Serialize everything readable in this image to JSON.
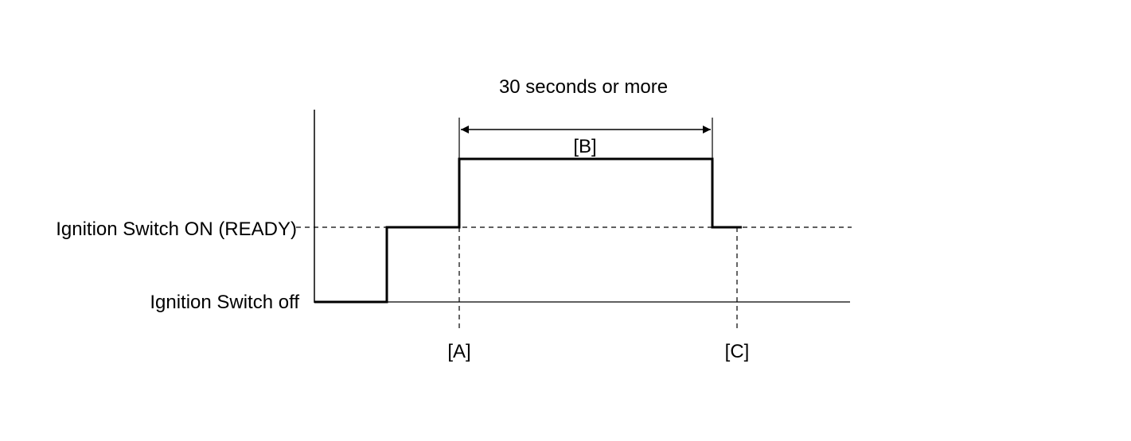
{
  "duration_label": "30 seconds or more",
  "marker_b": "[B]",
  "marker_a": "[A]",
  "marker_c": "[C]",
  "level_on_label": "Ignition Switch ON (READY)",
  "level_off_label": "Ignition Switch off",
  "colors": {
    "line": "#000000",
    "background": "#ffffff"
  }
}
